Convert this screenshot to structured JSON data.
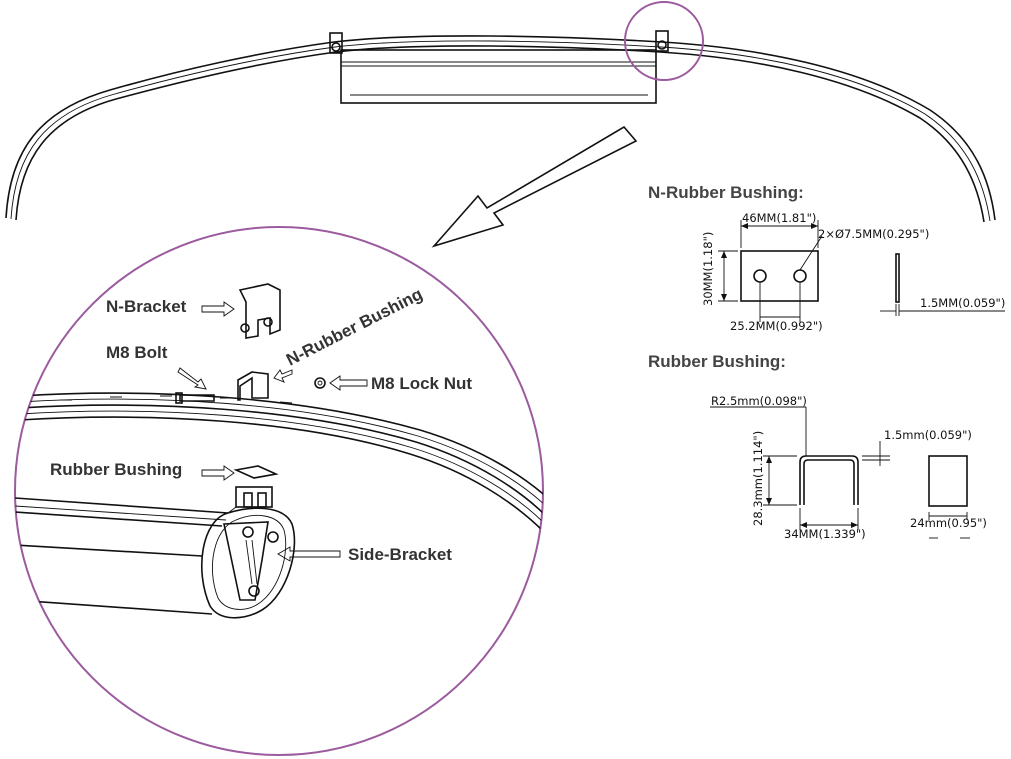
{
  "labels": {
    "n_bracket": "N-Bracket",
    "n_rubber_bushing_tilted": "N-Rubber Bushing",
    "m8_bolt": "M8 Bolt",
    "m8_lock_nut": "M8 Lock Nut",
    "rubber_bushing": "Rubber Bushing",
    "side_bracket": "Side-Bracket"
  },
  "n_rubber_spec": {
    "title": "N-Rubber Bushing:",
    "width": "46MM(1.81\")",
    "holes": "2×Ø7.5MM(0.295\")",
    "height": "30MM(1.18\")",
    "hole_spacing": "25.2MM(0.992\")",
    "thickness": "1.5MM(0.059\")"
  },
  "rubber_spec": {
    "title": "Rubber Bushing:",
    "radius": "R2.5mm(0.098\")",
    "thickness": "1.5mm(0.059\")",
    "height": "28.3mm(1.114\")",
    "width": "34MM(1.339\")",
    "depth": "24mm(0.95\")"
  },
  "colors": {
    "callout_circle": "#9b5b9e",
    "line": "#111111",
    "label": "#333333"
  }
}
